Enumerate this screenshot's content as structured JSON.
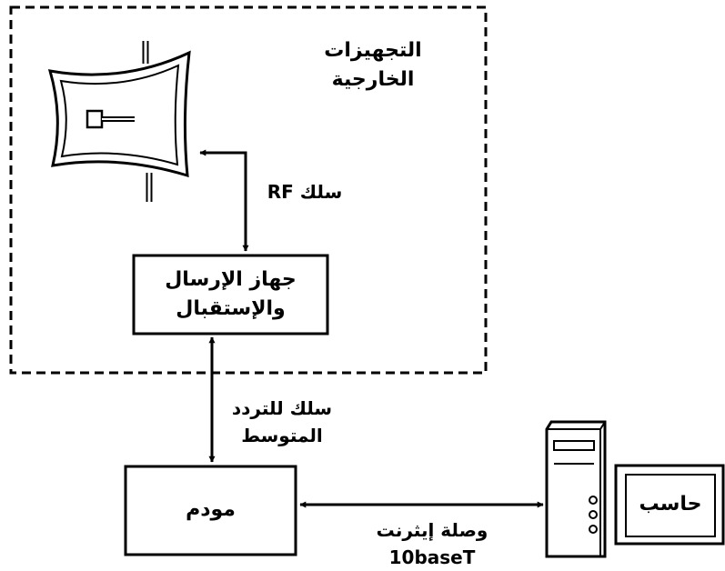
{
  "outdoor_equipment": {
    "line1": "التجهيزات",
    "line2": "الخارجية"
  },
  "rf_cable": {
    "label": "سلك RF"
  },
  "transceiver": {
    "line1": "جهاز الإرسال",
    "line2": "والإستقبال"
  },
  "if_cable": {
    "line1": "سلك للتردد",
    "line2": "المتوسط"
  },
  "modem": {
    "label": "مودم"
  },
  "ethernet": {
    "line1": "وصلة إيثرنت",
    "line2": "10baseT"
  },
  "computer": {
    "label": "حاسب"
  }
}
